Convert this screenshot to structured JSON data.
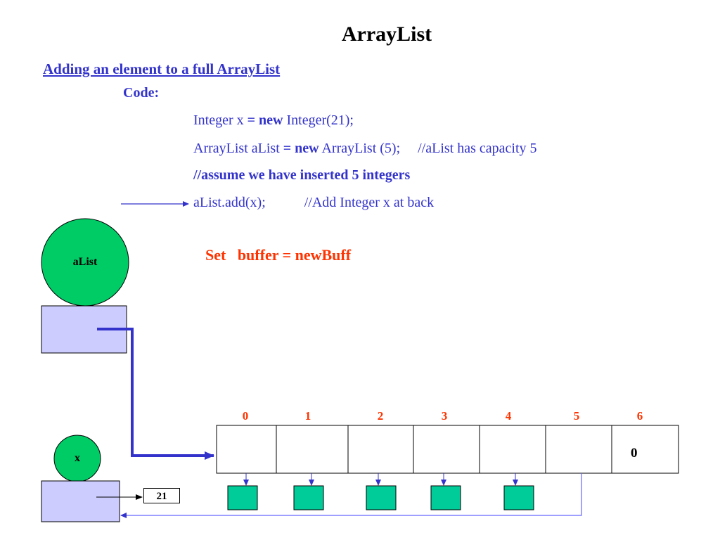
{
  "title": "ArrayList",
  "subtitle": "Adding an element to a full ArrayList",
  "code_label": "Code:",
  "code": {
    "line1_a": "Integer x ",
    "line1_b": "= new",
    "line1_c": " Integer(21);",
    "line2_a": "ArrayList aList ",
    "line2_b": "= new",
    "line2_c": " ArrayList (5);     //aList has capacity 5",
    "line3": "//assume we have inserted 5 integers",
    "line4": "aList.add(x);           //Add Integer x at back"
  },
  "status": "Set   buffer = newBuff",
  "variables": {
    "alist_label": "aList",
    "x_label": "x",
    "x_value": "21"
  },
  "buffer": {
    "indices": [
      "0",
      "1",
      "2",
      "3",
      "4",
      "5",
      "6"
    ],
    "cell6_value": "0"
  },
  "colors": {
    "title_text": "#000000",
    "code_text": "#3333cc",
    "status_text": "#ff3300",
    "circle_fill": "#00cc66",
    "box_fill": "#ccccff",
    "element_fill": "#00cc99",
    "pointer_line": "#3333cc",
    "thin_line": "#6666ff"
  }
}
